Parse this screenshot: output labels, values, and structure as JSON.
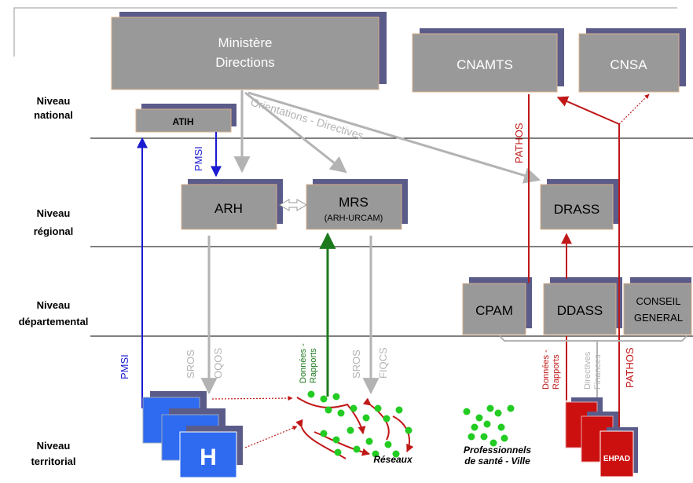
{
  "levels": {
    "national_line1": "Niveau",
    "national_line2": "national",
    "regional_line1": "Niveau",
    "regional_line2": "régional",
    "departemental_line1": "Niveau",
    "departemental_line2": "départemental",
    "territorial_line1": "Niveau",
    "territorial_line2": "territorial"
  },
  "boxes": {
    "ministere_line1": "Ministère",
    "ministere_line2": "Directions",
    "cnamts": "CNAMTS",
    "cnsa": "CNSA",
    "atih": "ATIH",
    "arh": "ARH",
    "mrs_line1": "MRS",
    "mrs_line2": "(ARH-URCAM)",
    "drass": "DRASS",
    "cpam": "CPAM",
    "ddass": "DDASS",
    "conseil_line1": "CONSEIL",
    "conseil_line2": "GENERAL"
  },
  "flows": {
    "orientations": "Orientations - Directives",
    "pmsi_top": "PMSI",
    "pmsi_left": "PMSI",
    "pathos_top": "PATHOS",
    "pathos_bottom": "PATHOS",
    "sros_left": "SROS",
    "oqos": "OQOS",
    "donnees_rapports_green_line1": "Données -",
    "donnees_rapports_green_line2": "Rapports",
    "sros_right": "SROS",
    "fiqcs": "FIQCS",
    "donnees_rapports_red_line1": "Données -",
    "donnees_rapports_red_line2": "Rapports",
    "directives_finances_line1": "Directives",
    "directives_finances_line2": "Finances"
  },
  "territorial": {
    "hospital": "H",
    "reseaux": "Réseaux",
    "professionnels_line1": "Professionnels",
    "professionnels_line2": "de santé - Ville",
    "ehpad": "EHPAD"
  },
  "colors": {
    "box_fill": "#999999",
    "box_shadow": "#5b5b8a",
    "box_border": "#d9b08c",
    "blue": "#1a1ad0",
    "green": "#1c7a1c",
    "red": "#c01818",
    "gray_arrow": "#b3b3b3",
    "hospital_blue": "#2f6bf0",
    "ehpad_red": "#cc1010",
    "node_green": "#22cc22"
  }
}
